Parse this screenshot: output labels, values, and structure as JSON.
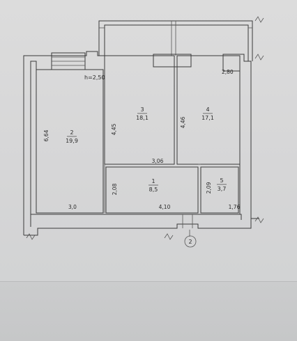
{
  "ceiling_height": "h=2,50",
  "rooms": [
    {
      "number": "1",
      "area": "8,5"
    },
    {
      "number": "2",
      "area": "19,9"
    },
    {
      "number": "3",
      "area": "18,1"
    },
    {
      "number": "4",
      "area": "17,1"
    },
    {
      "number": "5",
      "area": "3,7"
    }
  ],
  "dimensions": {
    "d_280": "2,80",
    "d_664": "6,64",
    "d_445": "4,45",
    "d_446": "4,46",
    "d_306": "3,06",
    "d_208": "2,08",
    "d_209": "2,09",
    "d_30": "3,0",
    "d_410": "4,10",
    "d_176": "1,76"
  },
  "axis_marker": "2"
}
